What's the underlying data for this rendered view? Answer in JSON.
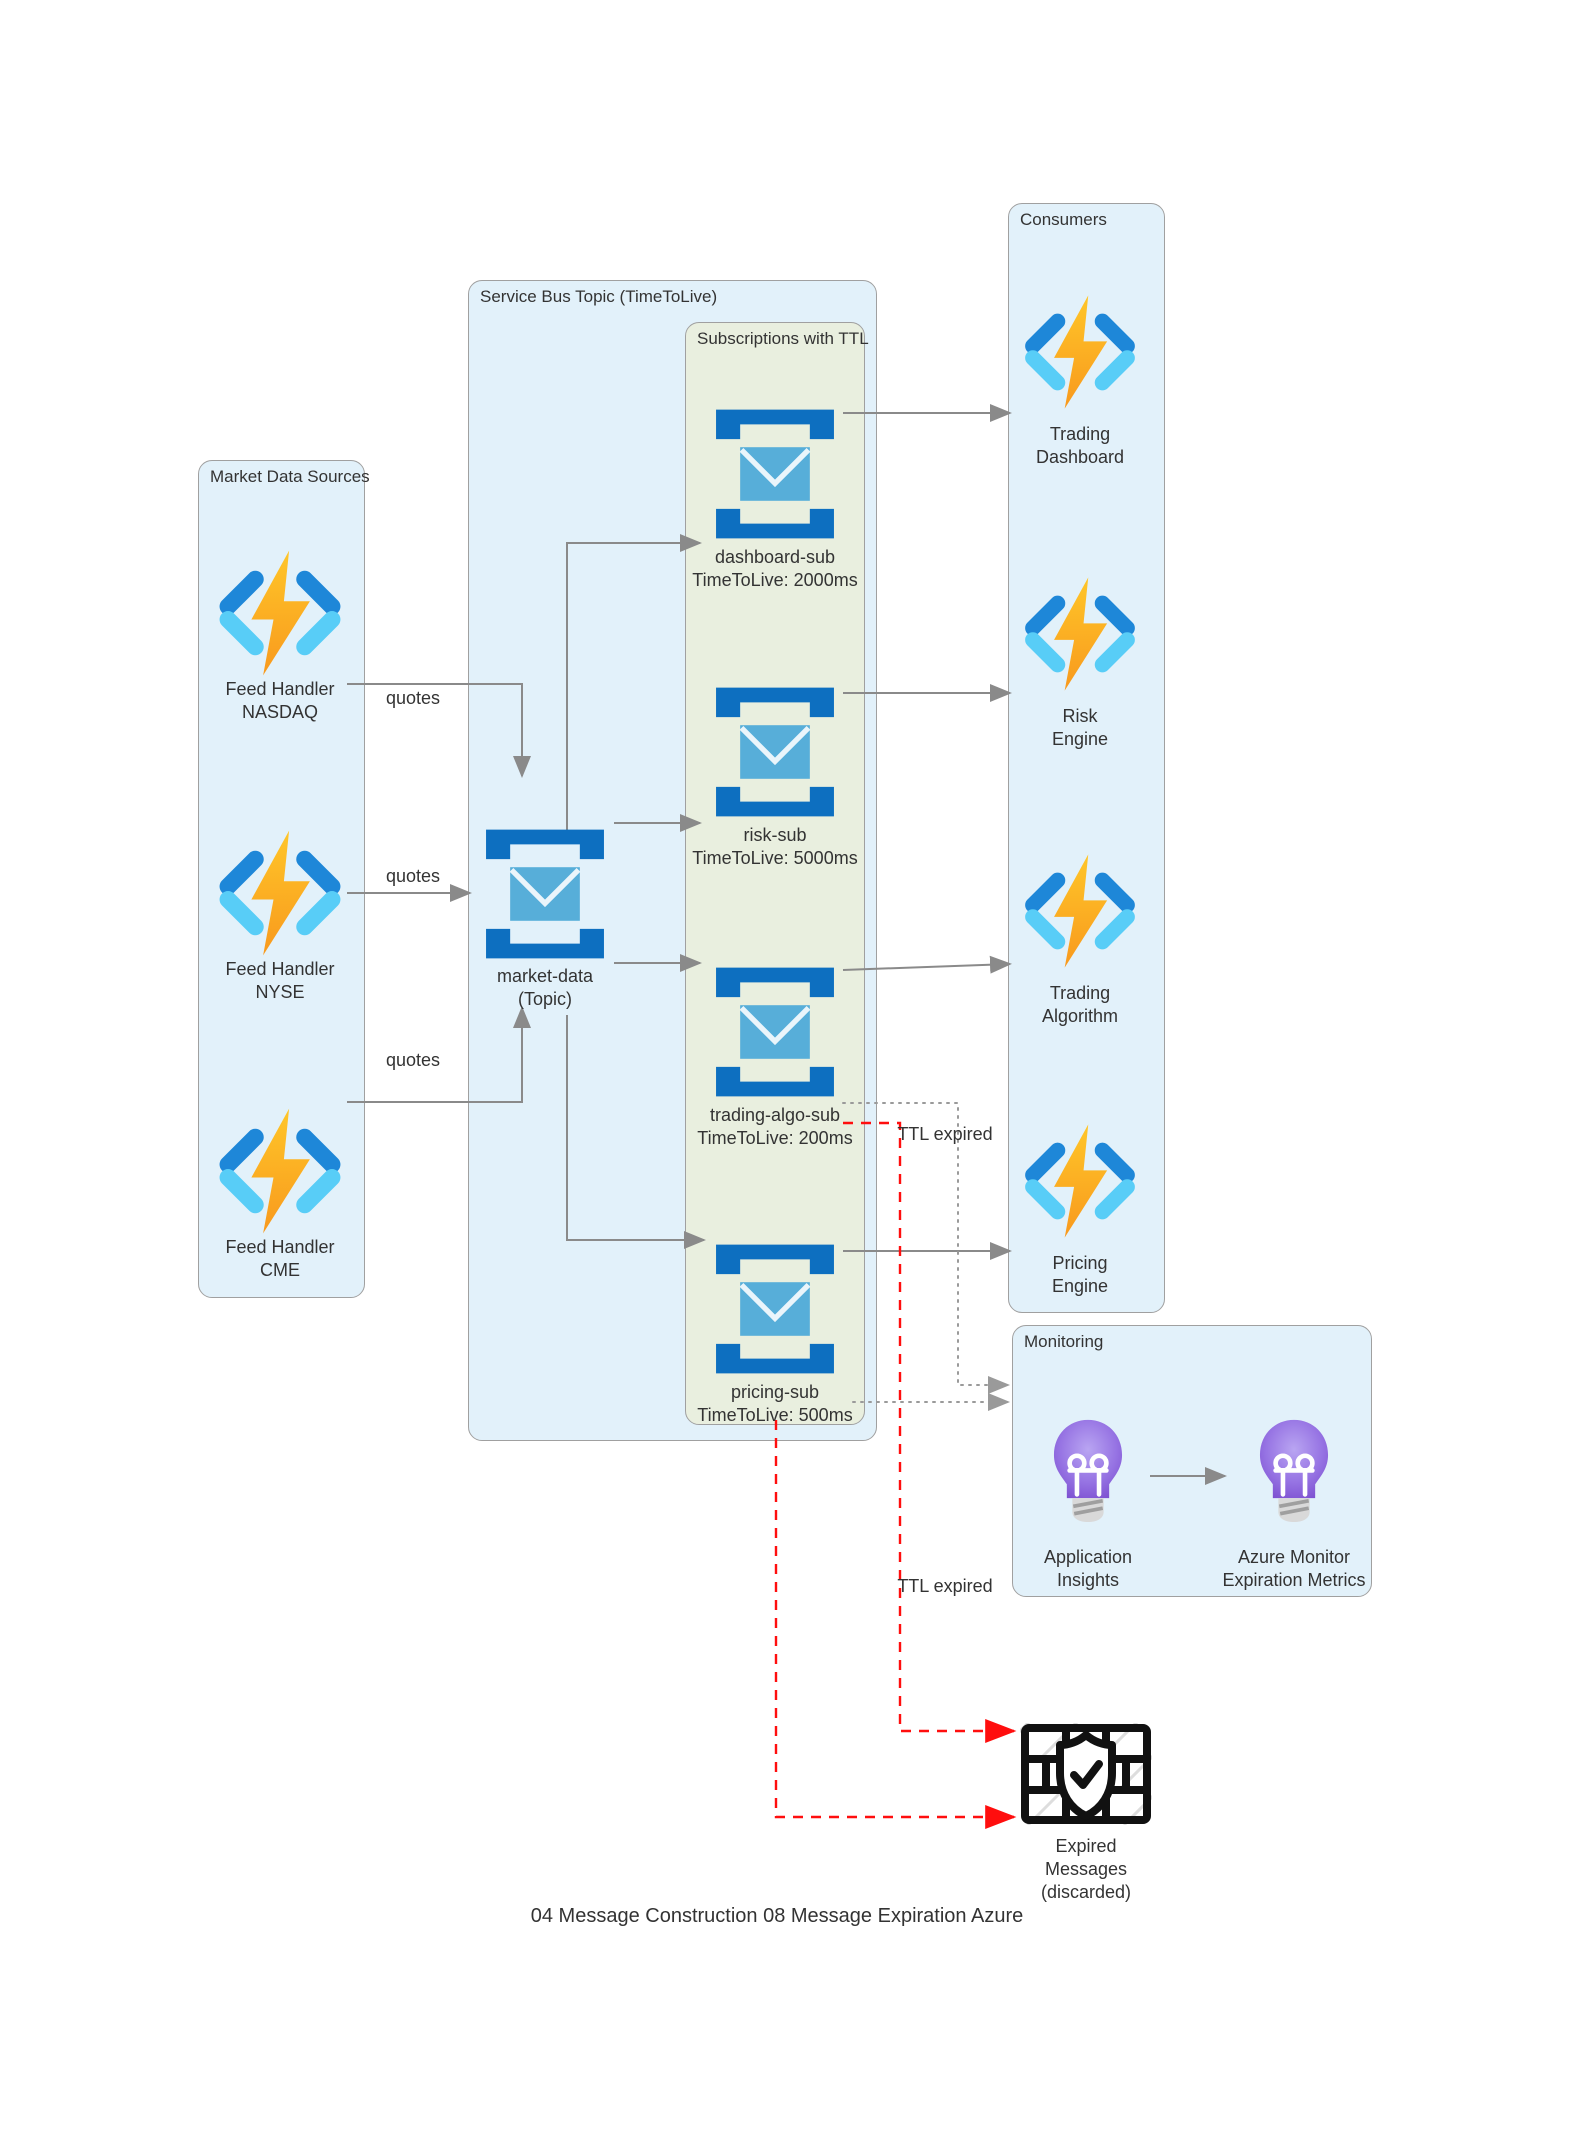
{
  "diagram": {
    "caption": "04 Message Construction 08 Message Expiration Azure",
    "colors": {
      "container_fill_blue": "#e2f1fa",
      "container_fill_green": "#e9efdf",
      "container_border": "#a0a0a0",
      "edge_gray": "#8a8a8a",
      "edge_dotted_gray": "#9a9a9a",
      "edge_red": "#ff0e0e",
      "servicebus_bracket_blue": "#0d6fc0",
      "envelope_blue": "#57aed9",
      "function_bracket_dark": "#1e87d8",
      "function_bracket_light": "#58cdf7",
      "bolt_yellow": "#ffc629",
      "bolt_orange": "#f8991d",
      "bulb_purple_edge": "#7c4fd0",
      "bulb_purple_center": "#b9a5f2",
      "bulb_base_gray": "#d9d9d9",
      "expired_icon_black": "#111111",
      "text": "#333333"
    }
  },
  "groups": {
    "market": {
      "label": "Market Data Sources"
    },
    "topic": {
      "label": "Service Bus Topic (TimeToLive)"
    },
    "subs": {
      "label": "Subscriptions with TTL"
    },
    "consumers": {
      "label": "Consumers"
    },
    "monitoring": {
      "label": "Monitoring"
    }
  },
  "nodes": {
    "feed_nasdaq": {
      "line1": "Feed Handler",
      "line2": "NASDAQ"
    },
    "feed_nyse": {
      "line1": "Feed Handler",
      "line2": "NYSE"
    },
    "feed_cme": {
      "line1": "Feed Handler",
      "line2": "CME"
    },
    "topic_node": {
      "line1": "market-data",
      "line2": "(Topic)"
    },
    "dashboard_sub": {
      "line1": "dashboard-sub",
      "line2": "TimeToLive: 2000ms"
    },
    "risk_sub": {
      "line1": "risk-sub",
      "line2": "TimeToLive: 5000ms"
    },
    "trading_algo_sub": {
      "line1": "trading-algo-sub",
      "line2": "TimeToLive: 200ms"
    },
    "pricing_sub": {
      "line1": "pricing-sub",
      "line2": "TimeToLive: 500ms"
    },
    "trading_dashboard": {
      "line1": "Trading",
      "line2": "Dashboard"
    },
    "risk_engine": {
      "line1": "Risk",
      "line2": "Engine"
    },
    "trading_algorithm": {
      "line1": "Trading",
      "line2": "Algorithm"
    },
    "pricing_engine": {
      "line1": "Pricing",
      "line2": "Engine"
    },
    "app_insights": {
      "line1": "Application",
      "line2": "Insights"
    },
    "azure_monitor": {
      "line1": "Azure Monitor",
      "line2": "Expiration Metrics"
    },
    "expired": {
      "line1": "Expired",
      "line2": "Messages",
      "line3": "(discarded)"
    }
  },
  "edge_labels": {
    "quotes": "quotes",
    "ttl_expired": "TTL expired"
  },
  "icons": {
    "azure-function-icon": "lightning-bolt-with-angle-brackets",
    "service-bus-topic-icon": "envelope-with-brackets",
    "service-bus-subscription-icon": "envelope-with-brackets",
    "app-insights-icon": "purple-light-bulb",
    "azure-monitor-icon": "purple-light-bulb",
    "expired-messages-icon": "brick-wall-with-shield-check"
  }
}
